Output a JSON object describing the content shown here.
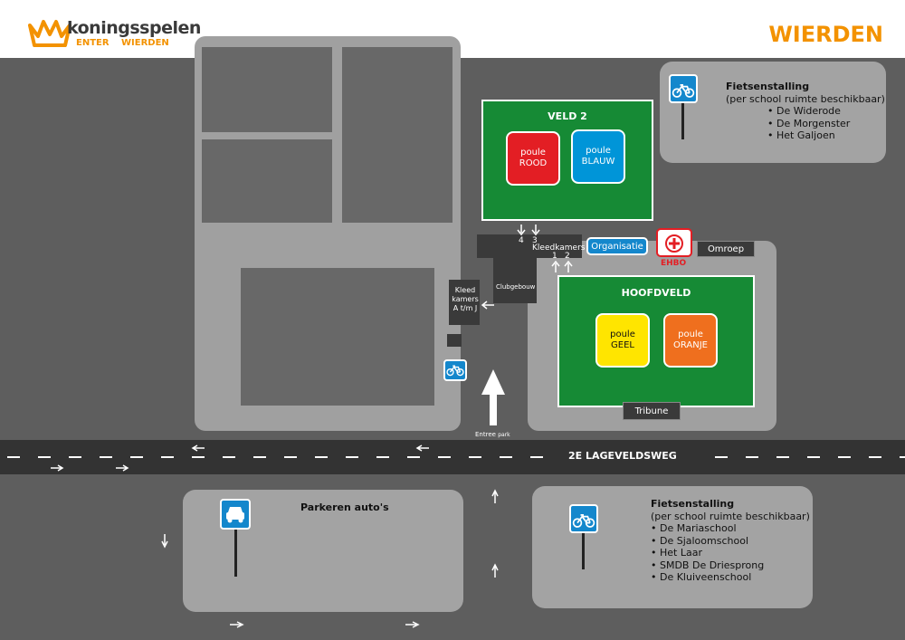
{
  "header": {
    "logo_word": "koningsspelen",
    "logo_sub_left": "ENTER",
    "logo_sub_right": "WIERDEN",
    "location_title": "WIERDEN"
  },
  "fields": {
    "veld2": {
      "title": "VELD 2",
      "poules": [
        {
          "line1": "poule",
          "line2": "ROOD",
          "color": "#e31e24"
        },
        {
          "line1": "poule",
          "line2": "BLAUW",
          "color": "#0095d8"
        }
      ]
    },
    "hoofdveld": {
      "title": "HOOFDVELD",
      "poules": [
        {
          "line1": "poule",
          "line2": "GEEL",
          "color": "#ffe500"
        },
        {
          "line1": "poule",
          "line2": "ORANJE",
          "color": "#ef6f1e"
        }
      ]
    }
  },
  "buildings": {
    "kleedkamers_top": "Kleedkamers",
    "kleedkamers_num_4": "4",
    "kleedkamers_num_3": "3",
    "kleedkamers_num_1": "1",
    "kleedkamers_num_2": "2",
    "clubgebouw": "Clubgebouw",
    "kleedkamers_left_1": "Kleed",
    "kleedkamers_left_2": "kamers",
    "kleedkamers_left_3": "A t/m J",
    "organisatie": "Organisatie",
    "ehbo": "EHBO",
    "omroep": "Omroep",
    "tribune": "Tribune"
  },
  "road": {
    "name": "2E LAGEVELDSWEG",
    "entrance": "Entree",
    "entrance_sub": "park"
  },
  "bike_parking_top": {
    "title": "Fietsenstalling",
    "subtitle": "(per school ruimte beschikbaar)",
    "schools": [
      "• De Widerode",
      "• De Morgenster",
      "• Het Galjoen"
    ]
  },
  "bike_parking_bottom": {
    "title": "Fietsenstalling",
    "subtitle": "(per school ruimte beschikbaar)",
    "schools": [
      "• De Mariaschool",
      "• De Sjaloomschool",
      "• Het Laar",
      "• SMDB De Driesprong",
      "• De Kluiveenschool"
    ]
  },
  "car_parking": {
    "title": "Parkeren auto's"
  },
  "colors": {
    "background_gray": "#5e5e5e",
    "area_gray": "#a0a0a0",
    "field_green": "#168a35",
    "road": "#333333",
    "accent_orange": "#f39200",
    "bike_blue": "#1487cc",
    "ehbo_red": "#e31e24"
  }
}
